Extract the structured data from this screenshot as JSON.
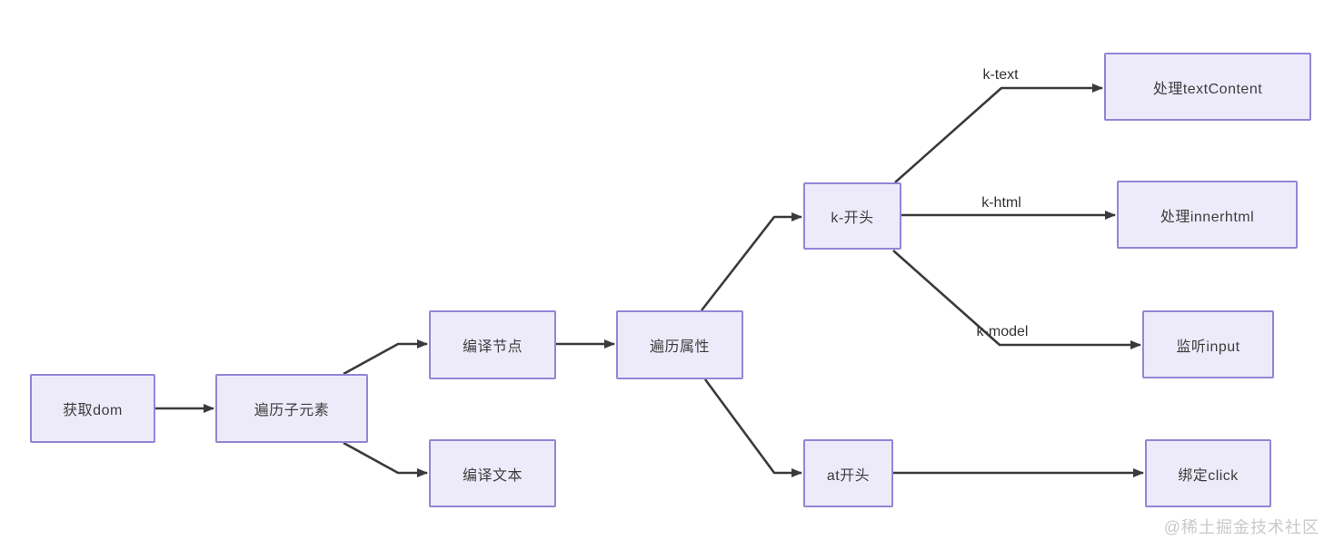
{
  "diagram": {
    "title": "template compile flowchart",
    "nodes": {
      "get_dom": {
        "label": "获取dom"
      },
      "traverse_children": {
        "label": "遍历子元素"
      },
      "compile_node": {
        "label": "编译节点"
      },
      "compile_text": {
        "label": "编译文本"
      },
      "traverse_attrs": {
        "label": "遍历属性"
      },
      "k_prefix": {
        "label": "k-开头"
      },
      "handle_textcontent": {
        "label": "处理textContent"
      },
      "handle_innerhtml": {
        "label": "处理innerhtml"
      },
      "listen_input": {
        "label": "监听input"
      },
      "at_prefix": {
        "label": "at开头"
      },
      "bind_click": {
        "label": "绑定click"
      }
    },
    "edge_labels": {
      "k_text": "k-text",
      "k_html": "k-html",
      "k_model": "k-model"
    },
    "colors": {
      "node_fill": "#EDEBFA",
      "node_border": "#8E87D6",
      "edge": "#3A3A3A",
      "text": "#3D3D3D",
      "label": "#333333",
      "watermark": "#C9C9C9"
    }
  },
  "watermark": {
    "text": "@稀土掘金技术社区"
  }
}
